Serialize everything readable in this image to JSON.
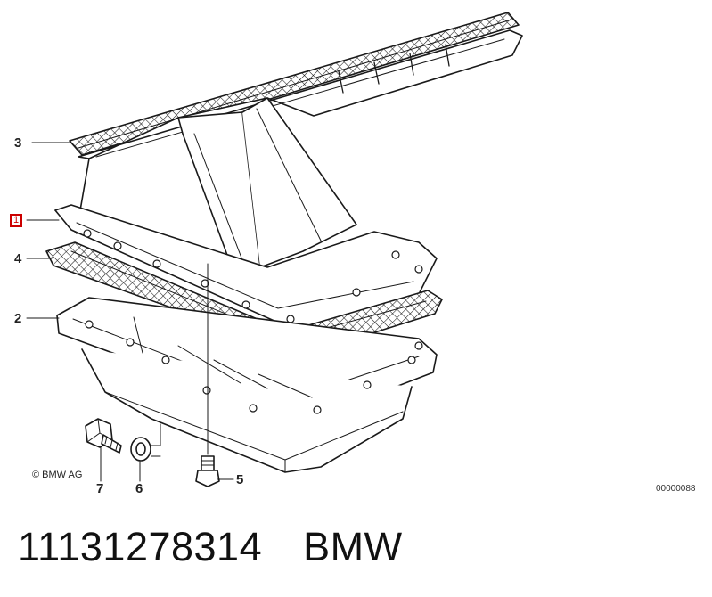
{
  "diagram": {
    "callouts": [
      {
        "id": "3",
        "label": "3"
      },
      {
        "id": "1",
        "label": "1"
      },
      {
        "id": "4",
        "label": "4"
      },
      {
        "id": "2",
        "label": "2"
      },
      {
        "id": "7",
        "label": "7"
      },
      {
        "id": "6",
        "label": "6"
      },
      {
        "id": "5",
        "label": "5"
      }
    ],
    "highlighted_callout": "1",
    "copyright": "© BMW AG",
    "drawing_number": "00000088"
  },
  "footer": {
    "part_number": "11131278314",
    "brand": "BMW"
  },
  "colors": {
    "line": "#1a1a1a",
    "highlight": "#cc0000",
    "background": "#ffffff"
  }
}
